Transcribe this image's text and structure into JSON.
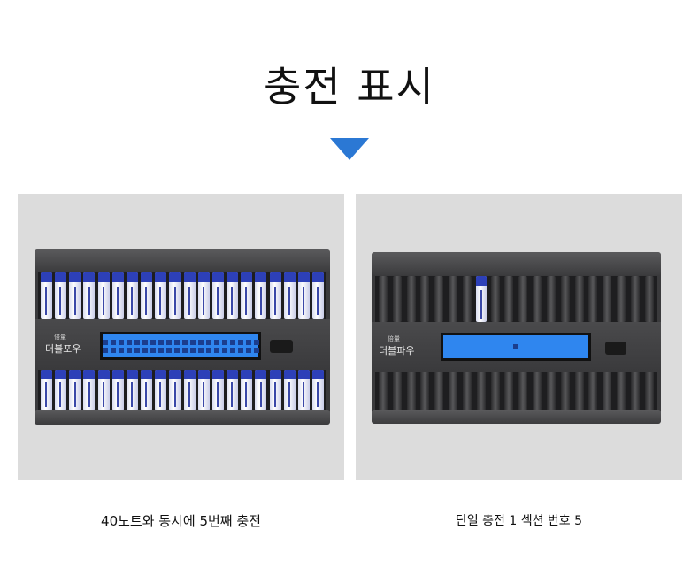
{
  "title": "충전 표시",
  "accent_color": "#2b78d4",
  "left_panel": {
    "brand_top": "倍量",
    "brand": "더블포우",
    "batteries_per_row": 20,
    "rows_filled": [
      20,
      20
    ],
    "caption": "40노트와 동시에 5번째 충전"
  },
  "right_panel": {
    "brand_top": "倍量",
    "brand": "더블파우",
    "slots_per_row": 20,
    "filled_slot": 8,
    "caption": "단일 충전 1 섹션 번호 5"
  }
}
